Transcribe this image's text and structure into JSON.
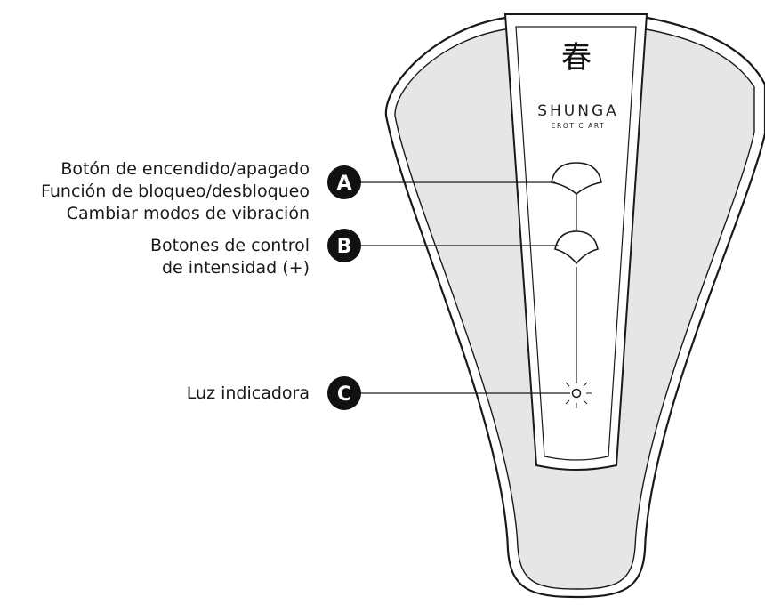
{
  "brand": {
    "name": "SHUNGA",
    "tagline": "EROTIC ART",
    "logo_glyph": "春"
  },
  "callouts": [
    {
      "letter": "A",
      "lines": [
        "Botón de encendido/apagado",
        "Función de bloqueo/desbloqueo",
        "Cambiar modos de vibración"
      ]
    },
    {
      "letter": "B",
      "lines": [
        "Botones de control",
        "de intensidad  (+)"
      ]
    },
    {
      "letter": "C",
      "lines": [
        "Luz indicadora"
      ]
    }
  ],
  "colors": {
    "body_fill": "#e6e6e6",
    "panel_fill": "#ffffff",
    "badge_fill": "#111111",
    "outline": "#1a1a1a"
  }
}
